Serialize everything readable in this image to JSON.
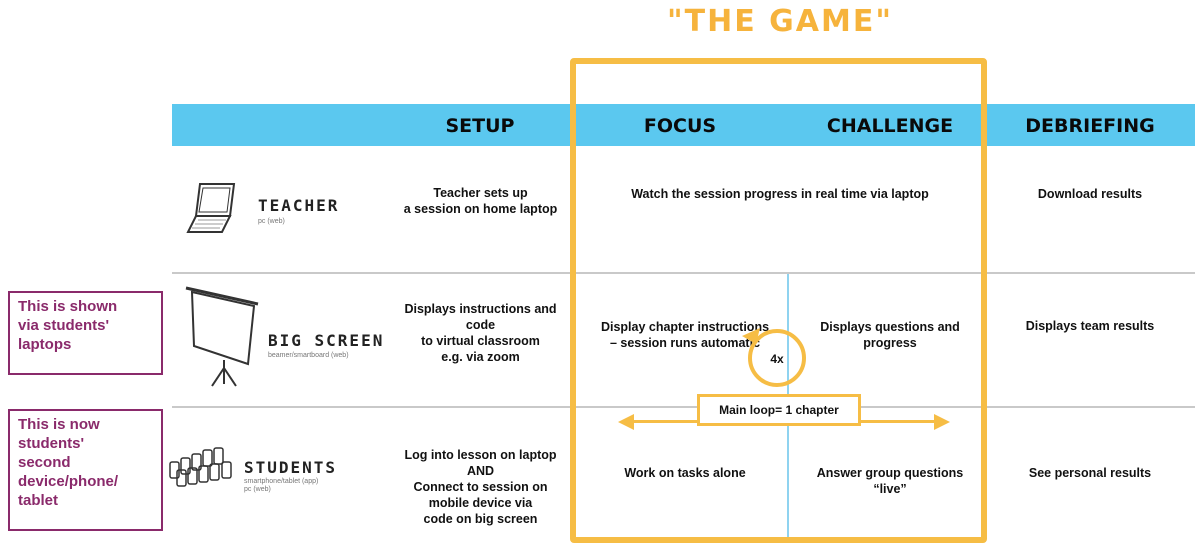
{
  "title": "\"THE GAME\"",
  "columns": {
    "setup": "SETUP",
    "focus": "FOCUS",
    "challenge": "CHALLENGE",
    "debriefing": "DEBRIEFING"
  },
  "roles": {
    "teacher": {
      "name": "TEACHER",
      "device": "pc (web)",
      "setup": "Teacher sets up\na session on home laptop",
      "game": "Watch the session progress in real time via laptop",
      "debriefing": "Download results"
    },
    "big_screen": {
      "name": "BIG SCREEN",
      "device": "beamer/smartboard (web)",
      "setup": "Displays instructions and\ncode\nto virtual classroom\ne.g. via zoom",
      "focus": "Display chapter instructions\n– session runs automatic",
      "challenge": "Displays questions and\nprogress",
      "debriefing": "Displays team results"
    },
    "students": {
      "name": "STUDENTS",
      "device": "smartphone/tablet (app)\npc (web)",
      "setup": "Log into lesson on laptop\nAND\nConnect to session on\nmobile device via\ncode on big screen",
      "focus": "Work on tasks alone",
      "challenge": "Answer group questions\n“live”",
      "debriefing": "See personal results"
    }
  },
  "loop": {
    "count": "4x",
    "label": "Main loop= 1 chapter"
  },
  "notes": {
    "big_screen_note": "This is shown\nvia students'\nlaptops",
    "students_note": "This is now\nstudents'\nsecond\ndevice/phone/\ntablet"
  },
  "colors": {
    "header": "#5bc8ef",
    "game_frame": "#f6bd45",
    "note_border": "#8a2a6b"
  },
  "icons": {
    "teacher": "laptop-icon",
    "big_screen": "projector-screen-icon",
    "students": "devices-icon"
  }
}
